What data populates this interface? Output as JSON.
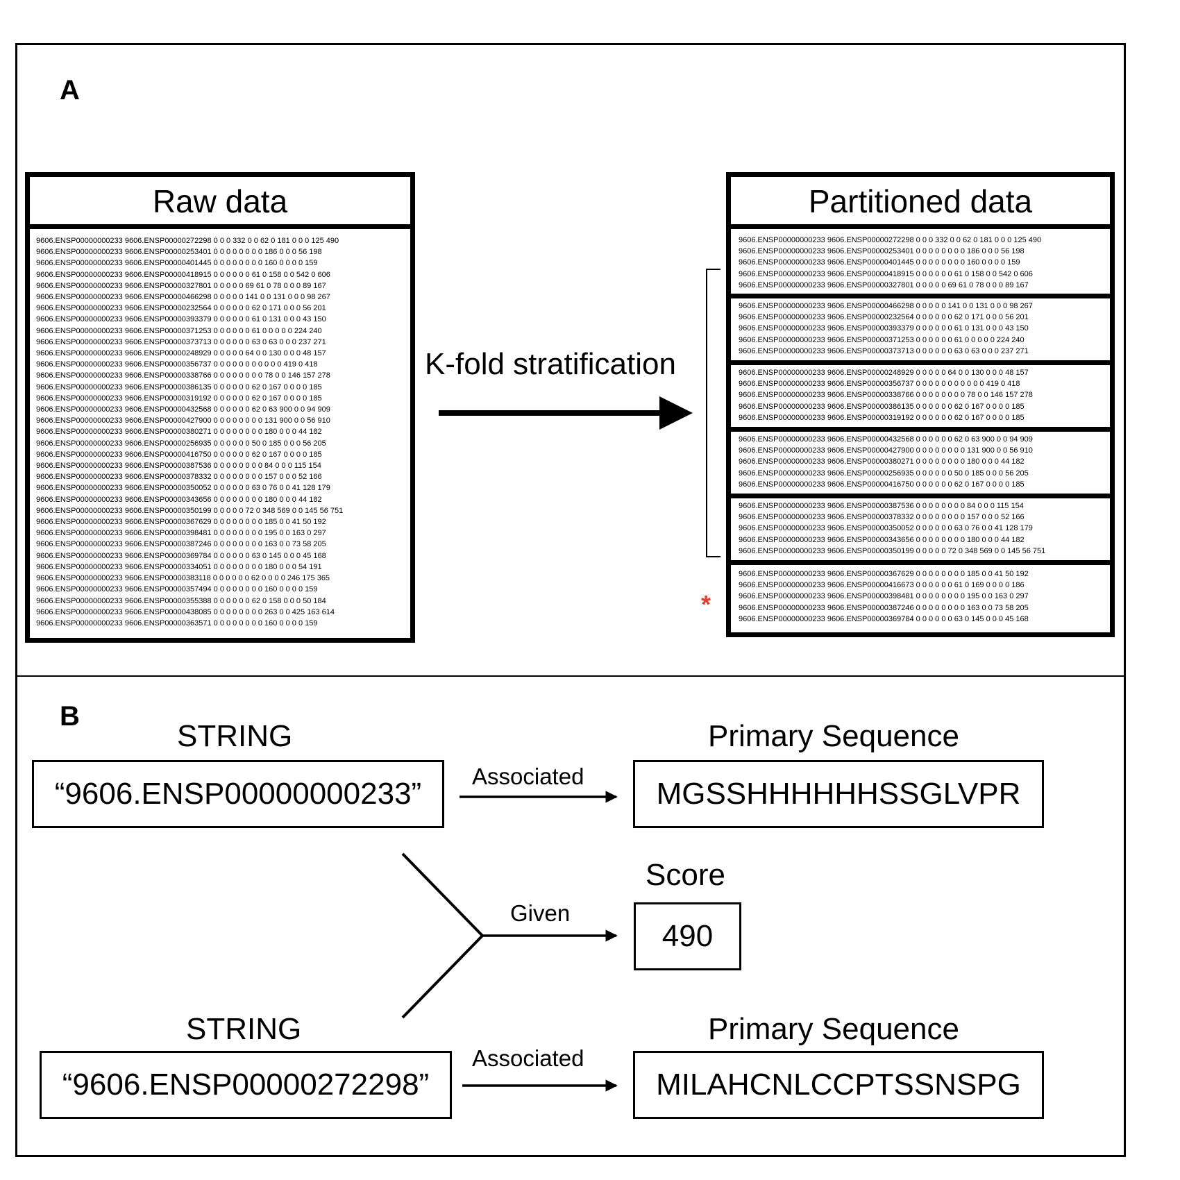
{
  "panel_a": {
    "label": "A",
    "raw_box": {
      "title": "Raw data",
      "rows": [
        "9606.ENSP00000000233 9606.ENSP00000272298 0 0 0 332 0 0 62 0 181 0 0 0 125 490",
        "9606.ENSP00000000233 9606.ENSP00000253401 0 0 0 0 0 0 0 0 186 0 0 0 56 198",
        "9606.ENSP00000000233 9606.ENSP00000401445 0 0 0 0 0 0 0 0 160 0 0 0 0 159",
        "9606.ENSP00000000233 9606.ENSP00000418915 0 0 0 0 0 0 61 0 158 0 0 542 0 606",
        "9606.ENSP00000000233 9606.ENSP00000327801 0 0 0 0 0 69 61 0 78 0 0 0 89 167",
        "9606.ENSP00000000233 9606.ENSP00000466298 0 0 0 0 0 141 0 0 131 0 0 0 98 267",
        "9606.ENSP00000000233 9606.ENSP00000232564 0 0 0 0 0 0 62 0 171 0 0 0 56 201",
        "9606.ENSP00000000233 9606.ENSP00000393379 0 0 0 0 0 0 61 0 131 0 0 0 43 150",
        "9606.ENSP00000000233 9606.ENSP00000371253 0 0 0 0 0 0 61 0 0 0 0 0 224 240",
        "9606.ENSP00000000233 9606.ENSP00000373713 0 0 0 0 0 0 63 0 63 0 0 0 237 271",
        "9606.ENSP00000000233 9606.ENSP00000248929 0 0 0 0 0 64 0 0 130 0 0 0 48 157",
        "9606.ENSP00000000233 9606.ENSP00000356737 0 0 0 0 0 0 0 0 0 0 0 419 0 418",
        "9606.ENSP00000000233 9606.ENSP00000338766 0 0 0 0 0 0 0 0 78 0 0 146 157 278",
        "9606.ENSP00000000233 9606.ENSP00000386135 0 0 0 0 0 0 62 0 167 0 0 0 0 185",
        "9606.ENSP00000000233 9606.ENSP00000319192 0 0 0 0 0 0 62 0 167 0 0 0 0 185",
        "9606.ENSP00000000233 9606.ENSP00000432568 0 0 0 0 0 0 62 0 63 900 0 0 94 909",
        "9606.ENSP00000000233 9606.ENSP00000427900 0 0 0 0 0 0 0 0 131 900 0 0 56 910",
        "9606.ENSP00000000233 9606.ENSP00000380271 0 0 0 0 0 0 0 0 180 0 0 0 44 182",
        "9606.ENSP00000000233 9606.ENSP00000256935 0 0 0 0 0 0 50 0 185 0 0 0 56 205",
        "9606.ENSP00000000233 9606.ENSP00000416750 0 0 0 0 0 0 62 0 167 0 0 0 0 185",
        "9606.ENSP00000000233 9606.ENSP00000387536 0 0 0 0 0 0 0 0 84 0 0 0 115 154",
        "9606.ENSP00000000233 9606.ENSP00000378332 0 0 0 0 0 0 0 0 157 0 0 0 52 166",
        "9606.ENSP00000000233 9606.ENSP00000350052 0 0 0 0 0 0 63 0 76 0 0 41 128 179",
        "9606.ENSP00000000233 9606.ENSP00000343656 0 0 0 0 0 0 0 0 180 0 0 0 44 182",
        "9606.ENSP00000000233 9606.ENSP00000350199 0 0 0 0 0 72 0 348 569 0 0 145 56 751",
        "9606.ENSP00000000233 9606.ENSP00000367629 0 0 0 0 0 0 0 0 185 0 0 41 50 192",
        "9606.ENSP00000000233 9606.ENSP00000398481 0 0 0 0 0 0 0 0 195 0 0 163 0 297",
        "9606.ENSP00000000233 9606.ENSP00000387246 0 0 0 0 0 0 0 0 163 0 0 73 58 205",
        "9606.ENSP00000000233 9606.ENSP00000369784 0 0 0 0 0 0 63 0 145 0 0 0 45 168",
        "9606.ENSP00000000233 9606.ENSP00000334051 0 0 0 0 0 0 0 0 180 0 0 0 54 191",
        "9606.ENSP00000000233 9606.ENSP00000383118 0 0 0 0 0 0 62 0 0 0 0 246 175 365",
        "9606.ENSP00000000233 9606.ENSP00000357494 0 0 0 0 0 0 0 0 160 0 0 0 0 159",
        "9606.ENSP00000000233 9606.ENSP00000355388 0 0 0 0 0 0 62 0 158 0 0 0 50 184",
        "9606.ENSP00000000233 9606.ENSP00000438085 0 0 0 0 0 0 0 0 263 0 0 425 163 614",
        "9606.ENSP00000000233 9606.ENSP00000363571 0 0 0 0 0 0 0 0 160 0 0 0 0 159"
      ]
    },
    "arrow_label": "K-fold stratification",
    "partitioned_box": {
      "title": "Partitioned data",
      "folds": [
        [
          "9606.ENSP00000000233 9606.ENSP00000272298 0 0 0 332 0 0 62 0 181 0 0 0 125 490",
          "9606.ENSP00000000233 9606.ENSP00000253401 0 0 0 0 0 0 0 0 186 0 0 0 56 198",
          "9606.ENSP00000000233 9606.ENSP00000401445 0 0 0 0 0 0 0 0 160 0 0 0 0 159",
          "9606.ENSP00000000233 9606.ENSP00000418915 0 0 0 0 0 0 61 0 158 0 0 542 0 606",
          "9606.ENSP00000000233 9606.ENSP00000327801 0 0 0 0 0 69 61 0 78 0 0 0 89 167"
        ],
        [
          "9606.ENSP00000000233 9606.ENSP00000466298 0 0 0 0 0 141 0 0 131 0 0 0 98 267",
          "9606.ENSP00000000233 9606.ENSP00000232564 0 0 0 0 0 0 62 0 171 0 0 0 56 201",
          "9606.ENSP00000000233 9606.ENSP00000393379 0 0 0 0 0 0 61 0 131 0 0 0 43 150",
          "9606.ENSP00000000233 9606.ENSP00000371253 0 0 0 0 0 0 61 0 0 0 0 0 224 240",
          "9606.ENSP00000000233 9606.ENSP00000373713 0 0 0 0 0 0 63 0 63 0 0 0 237 271"
        ],
        [
          "9606.ENSP00000000233 9606.ENSP00000248929 0 0 0 0 0 64 0 0 130 0 0 0 48 157",
          "9606.ENSP00000000233 9606.ENSP00000356737 0 0 0 0 0 0 0 0 0 0 0 419 0 418",
          "9606.ENSP00000000233 9606.ENSP00000338766 0 0 0 0 0 0 0 0 78 0 0 146 157 278",
          "9606.ENSP00000000233 9606.ENSP00000386135 0 0 0 0 0 0 62 0 167 0 0 0 0 185",
          "9606.ENSP00000000233 9606.ENSP00000319192 0 0 0 0 0 0 62 0 167 0 0 0 0 185"
        ],
        [
          "9606.ENSP00000000233 9606.ENSP00000432568 0 0 0 0 0 0 62 0 63 900 0 0 94 909",
          "9606.ENSP00000000233 9606.ENSP00000427900 0 0 0 0 0 0 0 0 131 900 0 0 56 910",
          "9606.ENSP00000000233 9606.ENSP00000380271 0 0 0 0 0 0 0 0 180 0 0 0 44 182",
          "9606.ENSP00000000233 9606.ENSP00000256935 0 0 0 0 0 0 50 0 185 0 0 0 56 205",
          "9606.ENSP00000000233 9606.ENSP00000416750 0 0 0 0 0 0 62 0 167 0 0 0 0 185"
        ],
        [
          "9606.ENSP00000000233 9606.ENSP00000387536 0 0 0 0 0 0 0 0 84 0 0 0 115 154",
          "9606.ENSP00000000233 9606.ENSP00000378332 0 0 0 0 0 0 0 0 157 0 0 0 52 166",
          "9606.ENSP00000000233 9606.ENSP00000350052 0 0 0 0 0 0 63 0 76 0 0 41 128 179",
          "9606.ENSP00000000233 9606.ENSP00000343656 0 0 0 0 0 0 0 0 180 0 0 0 44 182",
          "9606.ENSP00000000233 9606.ENSP00000350199 0 0 0 0 0 72 0 348 569 0 0 145 56 751"
        ],
        [
          "9606.ENSP00000000233 9606.ENSP00000367629 0 0 0 0 0 0 0 0 185 0 0 41 50 192",
          "9606.ENSP00000000233 9606.ENSP00000416673 0 0 0 0 0 0 61 0 169 0 0 0 0 186",
          "9606.ENSP00000000233 9606.ENSP00000398481 0 0 0 0 0 0 0 0 195 0 0 163 0 297",
          "9606.ENSP00000000233 9606.ENSP00000387246 0 0 0 0 0 0 0 0 163 0 0 73 58 205",
          "9606.ENSP00000000233 9606.ENSP00000369784 0 0 0 0 0 0 63 0 145 0 0 0 45 168"
        ]
      ]
    },
    "holdout_marker": "*",
    "marker_color": "#e0402f"
  },
  "panel_b": {
    "label": "B",
    "string_label_top": "STRING",
    "string_id_top": "“9606.ENSP00000000233”",
    "associated_label_top": "Associated",
    "seq_label_top": "Primary Sequence",
    "sequence_top": "MGSSHHHHHHSSGLVPR",
    "score_label": "Score",
    "given_label": "Given",
    "score_value": "490",
    "string_label_bottom": "STRING",
    "string_id_bottom": "“9606.ENSP00000272298”",
    "associated_label_bottom": "Associated",
    "seq_label_bottom": "Primary Sequence",
    "sequence_bottom": "MILAHCNLCCPTSSNSPG"
  }
}
